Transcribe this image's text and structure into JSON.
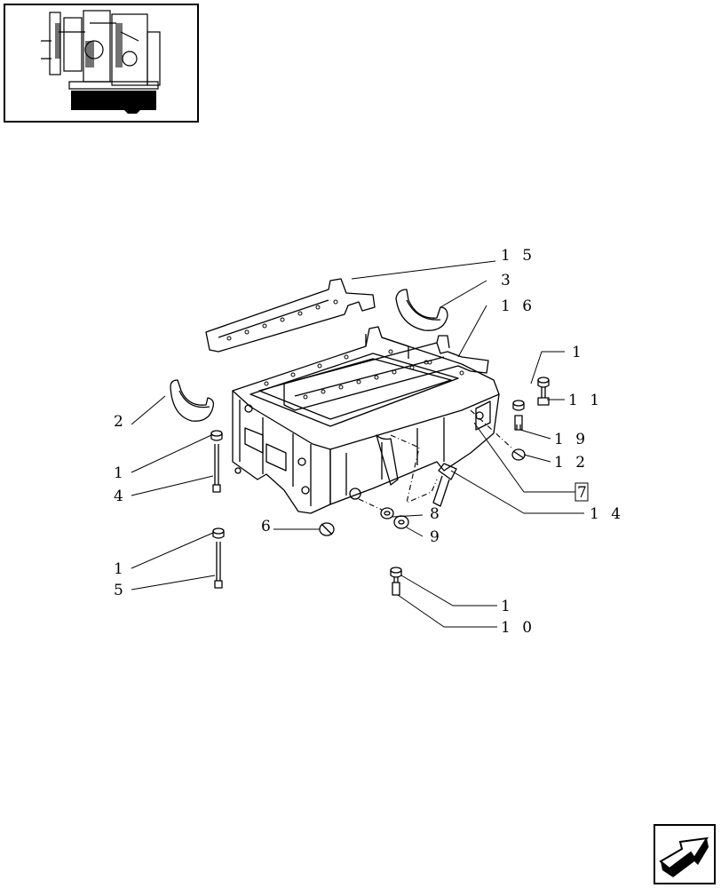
{
  "thumbnail": {
    "icon": "engine-thumbnail-icon"
  },
  "callouts": [
    {
      "id": "c15",
      "text": "1 5"
    },
    {
      "id": "c3",
      "text": "3"
    },
    {
      "id": "c16",
      "text": "1 6"
    },
    {
      "id": "c1a",
      "text": "1"
    },
    {
      "id": "c11",
      "text": "1 1"
    },
    {
      "id": "c2",
      "text": "2"
    },
    {
      "id": "c19",
      "text": "1 9"
    },
    {
      "id": "c1b",
      "text": "1"
    },
    {
      "id": "c12",
      "text": "1 2"
    },
    {
      "id": "c4",
      "text": "4"
    },
    {
      "id": "c7",
      "text": "7"
    },
    {
      "id": "c14",
      "text": "1 4"
    },
    {
      "id": "c6",
      "text": "6"
    },
    {
      "id": "c8",
      "text": "8"
    },
    {
      "id": "c9",
      "text": "9"
    },
    {
      "id": "c1c",
      "text": "1"
    },
    {
      "id": "c5",
      "text": "5"
    },
    {
      "id": "c1d",
      "text": "1"
    },
    {
      "id": "c10",
      "text": "1 0"
    }
  ],
  "nav": {
    "icon": "next-page-arrow-icon"
  }
}
